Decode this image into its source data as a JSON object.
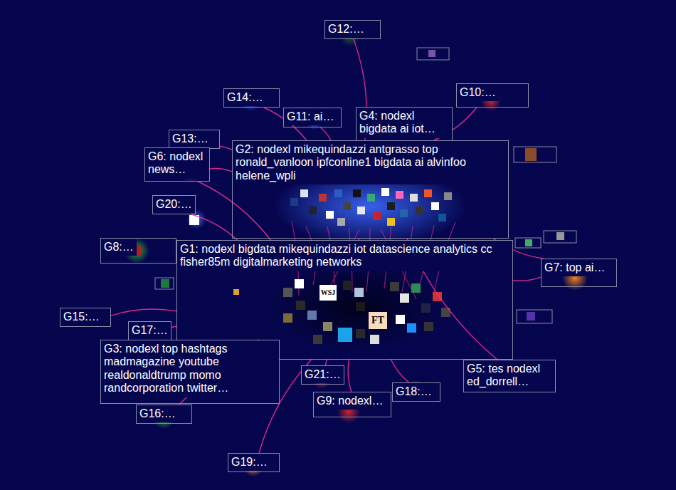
{
  "diagram": {
    "nodes": [
      {
        "text": [
          "G12:…"
        ]
      },
      {
        "text": [
          "G14:…"
        ]
      },
      {
        "text": [
          "G11: ai…"
        ]
      },
      {
        "text": [
          "G4: nodexl bigdata ai iot…"
        ]
      },
      {
        "text": [
          "G10:…"
        ]
      },
      {
        "text": [
          "G13:…"
        ]
      },
      {
        "text": [
          "G6: nodexl news…"
        ]
      },
      {
        "text": [
          "G2: nodexl mikequindazzi antgrasso top ronald_vanloon ipfconline1 bigdata ai alvinfoo helene_wpli"
        ]
      },
      {
        "text": [
          "G20:…"
        ]
      },
      {
        "text": [
          "G8:…"
        ]
      },
      {
        "text": [
          "G1: nodexl bigdata mikequindazzi iot datascience analytics cc fisher85m digitalmarketing networks"
        ]
      },
      {
        "text": [
          "G7: top ai…"
        ]
      },
      {
        "text": [
          "G15:…"
        ]
      },
      {
        "text": [
          "G17:…"
        ]
      },
      {
        "text": [
          "G3: nodexl top hashtags madmagazine youtube realdonaldtrump momo randcorporation twitter…"
        ]
      },
      {
        "text": [
          "G21:…"
        ]
      },
      {
        "text": [
          "G5: tes nodexl ed_dorrell…"
        ]
      },
      {
        "text": [
          "G18:…"
        ]
      },
      {
        "text": [
          "G9: nodexl…"
        ]
      },
      {
        "text": [
          "G16:…"
        ]
      },
      {
        "text": [
          "G19:…"
        ]
      }
    ],
    "edges": [
      {
        "from": 7,
        "to": 10,
        "arrow": "none"
      },
      {
        "from": 7,
        "to": 0,
        "arrow": "none"
      },
      {
        "from": 7,
        "to": 1,
        "arrow": "none"
      },
      {
        "from": 7,
        "to": 2,
        "arrow": "none"
      },
      {
        "from": 7,
        "to": 3,
        "arrow": "none"
      },
      {
        "from": 7,
        "to": 4,
        "arrow": "none"
      },
      {
        "from": 7,
        "to": 11,
        "arrow": "none"
      },
      {
        "from": 7,
        "to": 6,
        "arrow": "none"
      },
      {
        "from": 7,
        "to": 5,
        "arrow": "none"
      },
      {
        "from": 7,
        "to": 16,
        "arrow": "none"
      },
      {
        "from": 10,
        "to": 6,
        "arrow": "none"
      },
      {
        "from": 10,
        "to": 8,
        "arrow": "none"
      },
      {
        "from": 10,
        "to": 9,
        "arrow": "none"
      },
      {
        "from": 10,
        "to": 11,
        "arrow": "none"
      },
      {
        "from": 10,
        "to": 13,
        "arrow": "none"
      },
      {
        "from": 10,
        "to": 14,
        "arrow": "none"
      },
      {
        "from": 10,
        "to": 15,
        "arrow": "none"
      },
      {
        "from": 10,
        "to": 16,
        "arrow": "none"
      },
      {
        "from": 10,
        "to": 17,
        "arrow": "none"
      },
      {
        "from": 10,
        "to": 18,
        "arrow": "none"
      },
      {
        "from": 10,
        "to": 19,
        "arrow": "none"
      },
      {
        "from": 10,
        "to": 20,
        "arrow": "none"
      },
      {
        "from": 10,
        "to": 12,
        "arrow": "none"
      }
    ],
    "labels": [
      "WSJ",
      "FT"
    ]
  }
}
